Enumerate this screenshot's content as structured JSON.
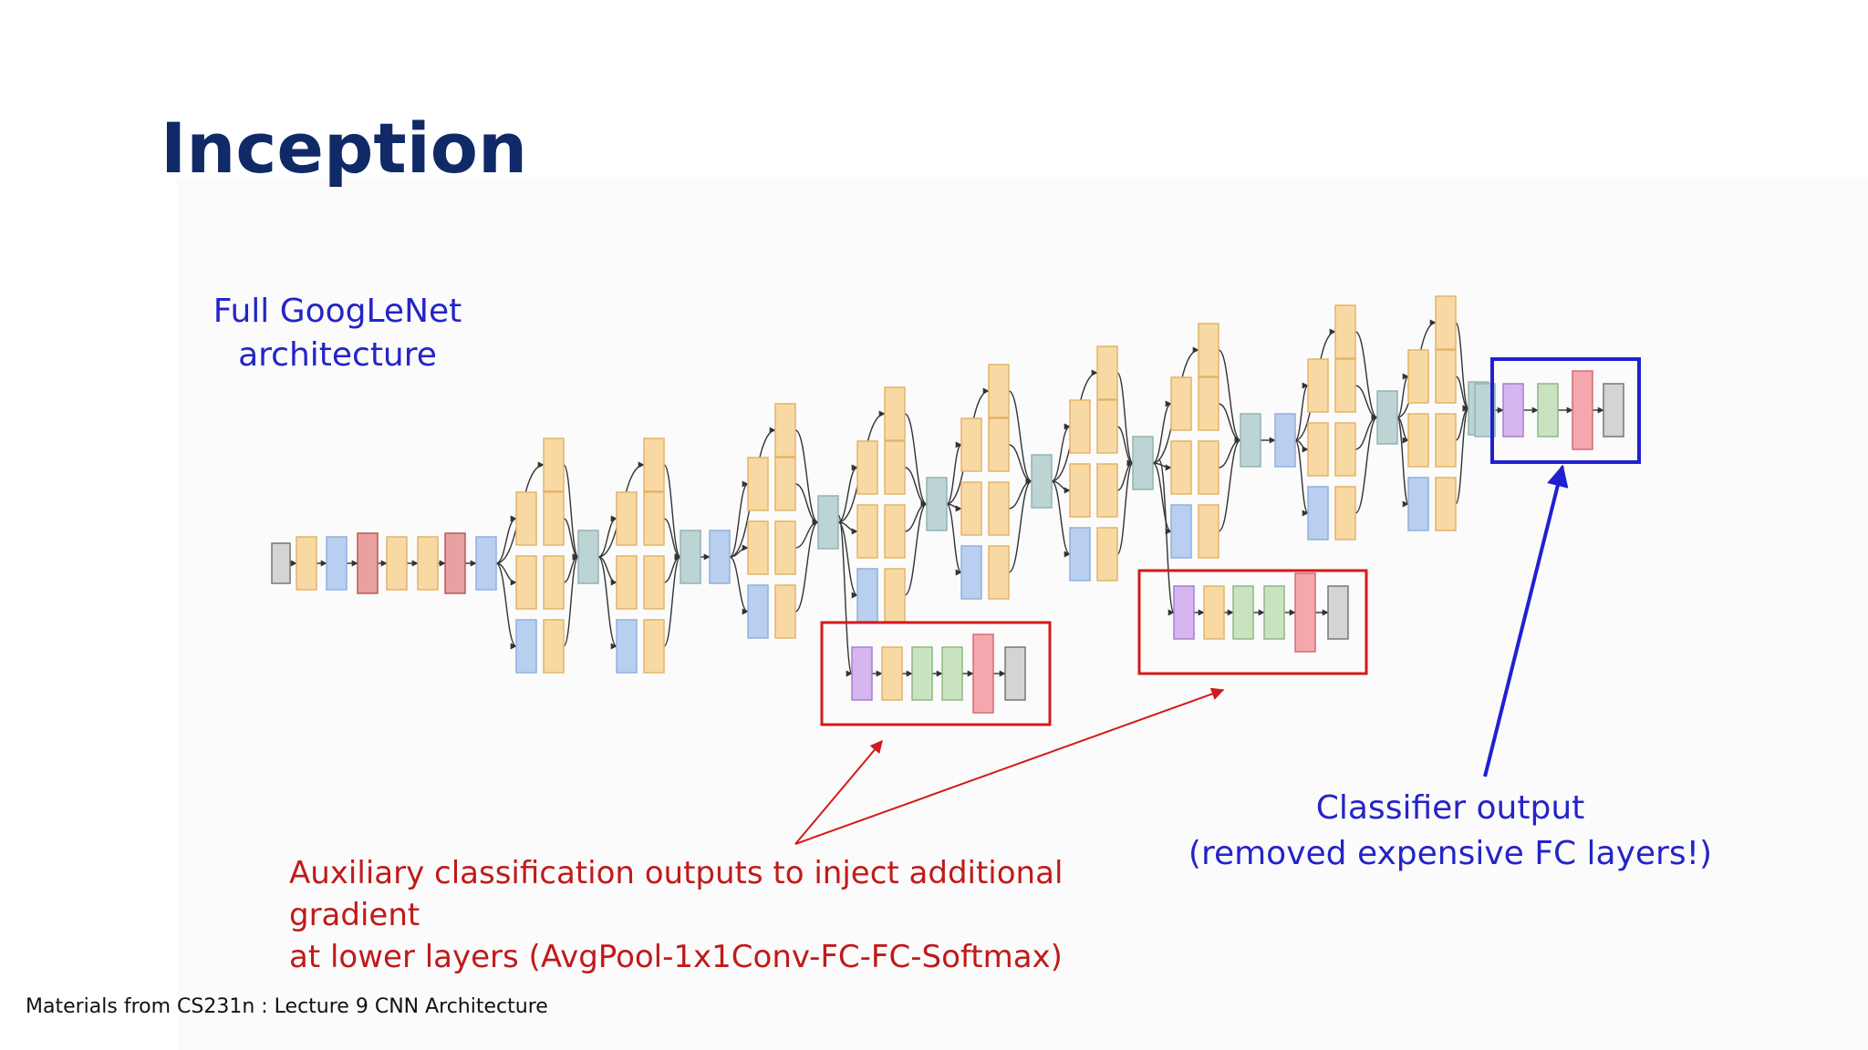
{
  "slide": {
    "title": "Inception",
    "source_note": "Materials from CS231n : Lecture 9 CNN Architecture"
  },
  "diagram": {
    "title_lines": [
      "Full GoogLeNet",
      "architecture"
    ],
    "classifier_caption_lines": [
      "Classifier output",
      "(removed expensive FC layers!)"
    ],
    "aux_caption_lines": [
      "Auxiliary classification outputs to inject additional gradient",
      "at lower layers (AvgPool-1x1Conv-FC-FC-Softmax)"
    ]
  },
  "colors": {
    "title": "#0f2a66",
    "annotation_blue": "#2424c8",
    "annotation_red": "#c01a1a",
    "conv": "#f8d9a3",
    "pool": "#b9cff0",
    "norm": "#e8a1a1",
    "concat": "#bcd4d4",
    "fc": "#c9e3c0",
    "avgpool": "#d6b6ef",
    "softmax_act": "#f4a8ad",
    "io": "#d4d4d4"
  }
}
